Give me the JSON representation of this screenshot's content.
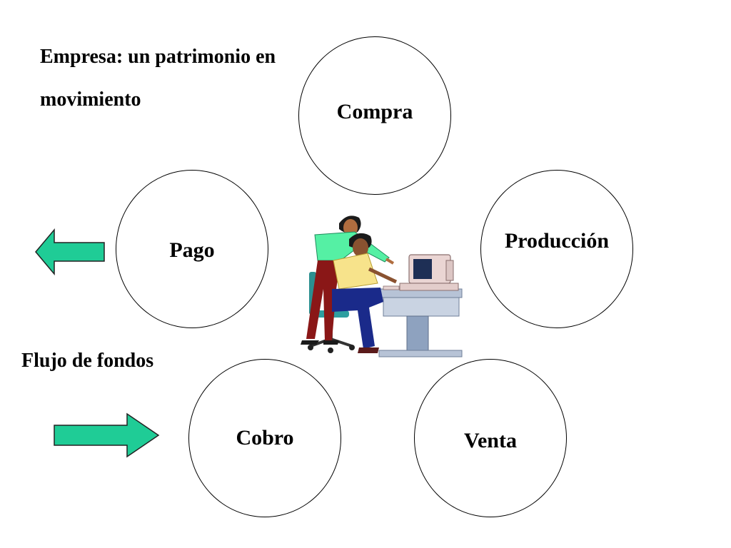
{
  "title_line1": "Empresa: un patrimonio en",
  "title_line2": "movimiento",
  "side_label": "Flujo de fondos",
  "nodes": {
    "compra": "Compra",
    "produccion": "Producción",
    "venta": "Venta",
    "cobro": "Cobro",
    "pago": "Pago"
  },
  "colors": {
    "arrow_fill": "#1fcc96",
    "circle_stroke": "#000000"
  },
  "illustration": "office-workers-at-computer"
}
